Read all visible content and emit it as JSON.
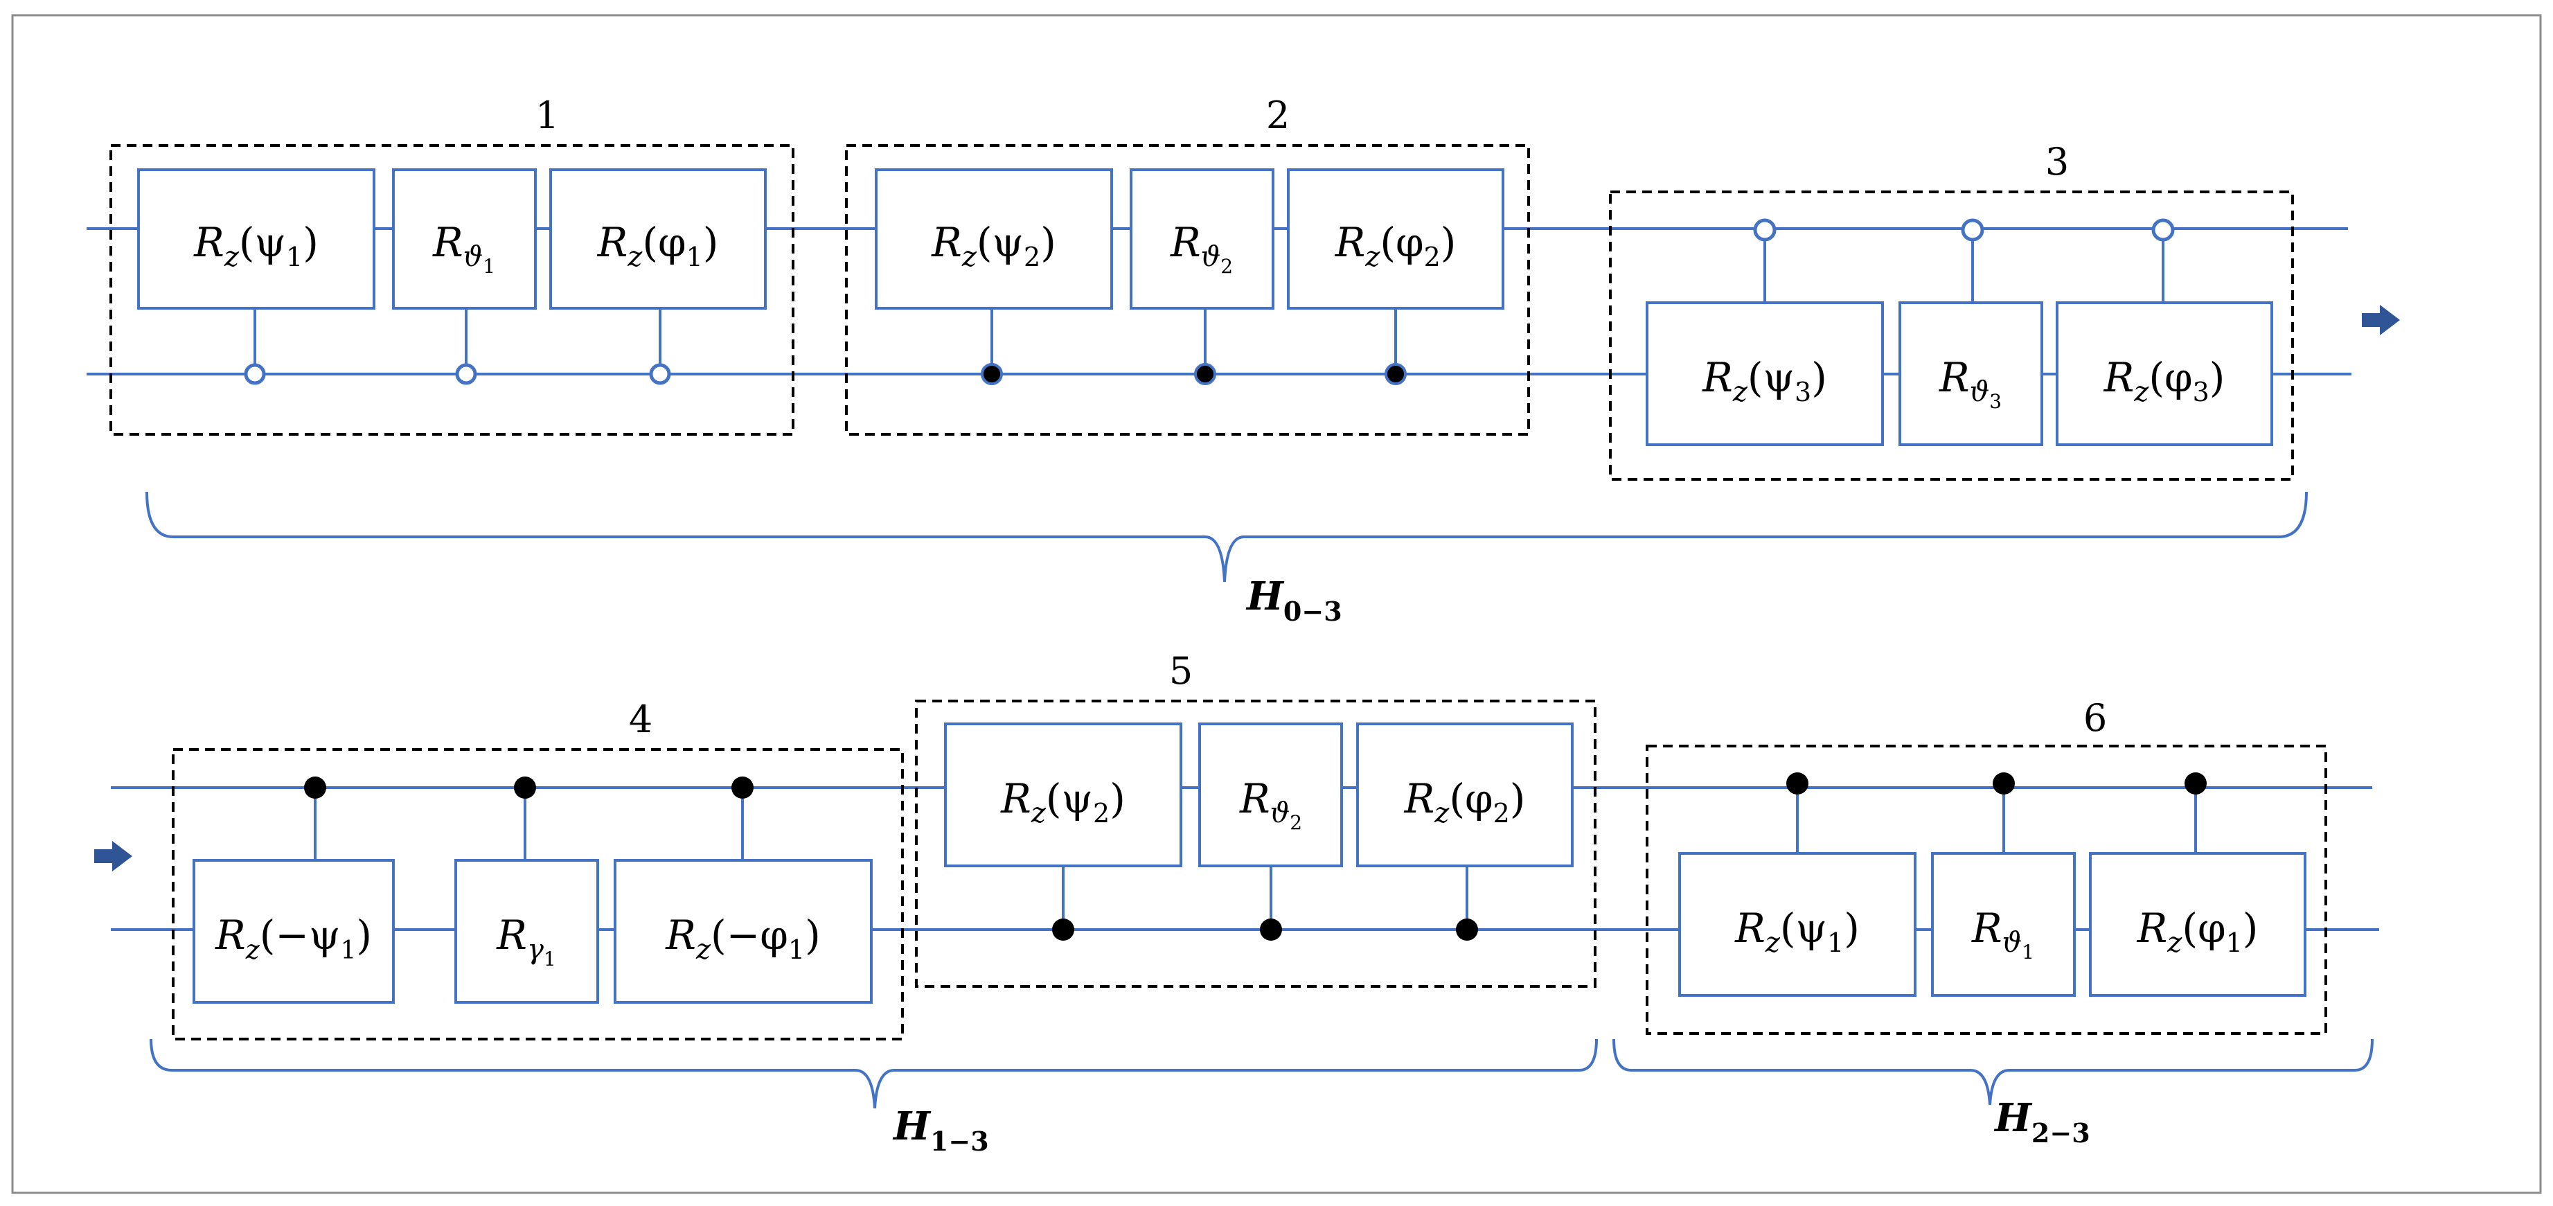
{
  "groups": {
    "g1": "1",
    "g2": "2",
    "g3": "3",
    "g4": "4",
    "g5": "5",
    "g6": "6"
  },
  "gates": {
    "g1a": {
      "base": "R",
      "sub": "z",
      "arg": "(ψ",
      "argsub": "1",
      "close": ")"
    },
    "g1b": {
      "base": "R",
      "sub": "ϑ",
      "subsub": "1"
    },
    "g1c": {
      "base": "R",
      "sub": "z",
      "arg": "(φ",
      "argsub": "1",
      "close": ")"
    },
    "g2a": {
      "base": "R",
      "sub": "z",
      "arg": "(ψ",
      "argsub": "2",
      "close": ")"
    },
    "g2b": {
      "base": "R",
      "sub": "ϑ",
      "subsub": "2"
    },
    "g2c": {
      "base": "R",
      "sub": "z",
      "arg": "(φ",
      "argsub": "2",
      "close": ")"
    },
    "g3a": {
      "base": "R",
      "sub": "z",
      "arg": "(ψ",
      "argsub": "3",
      "close": ")"
    },
    "g3b": {
      "base": "R",
      "sub": "ϑ",
      "subsub": "3"
    },
    "g3c": {
      "base": "R",
      "sub": "z",
      "arg": "(φ",
      "argsub": "3",
      "close": ")"
    },
    "g4a": {
      "base": "R",
      "sub": "z",
      "arg": "(−ψ",
      "argsub": "1",
      "close": ")"
    },
    "g4b": {
      "base": "R",
      "sub": "γ",
      "subsub": "1"
    },
    "g4c": {
      "base": "R",
      "sub": "z",
      "arg": "(−φ",
      "argsub": "1",
      "close": ")"
    },
    "g5a": {
      "base": "R",
      "sub": "z",
      "arg": "(ψ",
      "argsub": "2",
      "close": ")"
    },
    "g5b": {
      "base": "R",
      "sub": "ϑ",
      "subsub": "2"
    },
    "g5c": {
      "base": "R",
      "sub": "z",
      "arg": "(φ",
      "argsub": "2",
      "close": ")"
    },
    "g6a": {
      "base": "R",
      "sub": "z",
      "arg": "(ψ",
      "argsub": "1",
      "close": ")"
    },
    "g6b": {
      "base": "R",
      "sub": "ϑ",
      "subsub": "1"
    },
    "g6c": {
      "base": "R",
      "sub": "z",
      "arg": "(φ",
      "argsub": "1",
      "close": ")"
    }
  },
  "braces": {
    "h03": {
      "base": "H",
      "sub": "0−3"
    },
    "h13": {
      "base": "H",
      "sub": "1−3"
    },
    "h23": {
      "base": "H",
      "sub": "2−3"
    }
  },
  "colors": {
    "wire": "#4472c4",
    "arrow": "#2f5597",
    "group_border": "#000000"
  },
  "icons": {
    "continue_right": "arrow-right-icon",
    "continue_left": "arrow-right-icon"
  }
}
